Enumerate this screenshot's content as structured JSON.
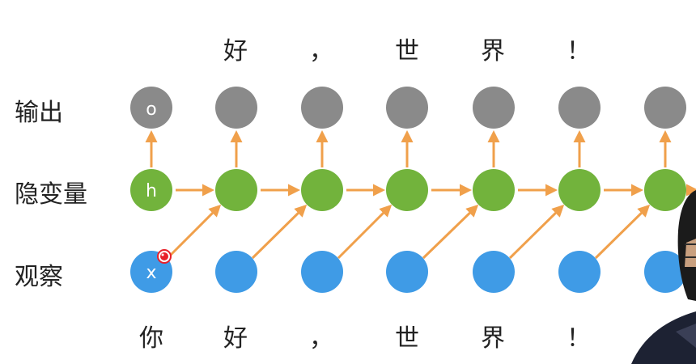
{
  "row_labels": {
    "output": "输出",
    "hidden": "隐变量",
    "observation": "观察"
  },
  "output_tokens": [
    "好",
    "，",
    "世",
    "界",
    "！"
  ],
  "input_tokens": [
    "你",
    "好",
    "，",
    "世",
    "界",
    "！"
  ],
  "node_letters": {
    "output": "o",
    "hidden": "h",
    "observation": "x"
  },
  "colors": {
    "output_node": "#8a8a8a",
    "hidden_node": "#72b33c",
    "observation_node": "#3f9be6",
    "arrow": "#f0a04b",
    "cursor_dot": "#e8202a"
  },
  "icons": [
    "cursor-dot-icon",
    "presenter-silhouette"
  ]
}
